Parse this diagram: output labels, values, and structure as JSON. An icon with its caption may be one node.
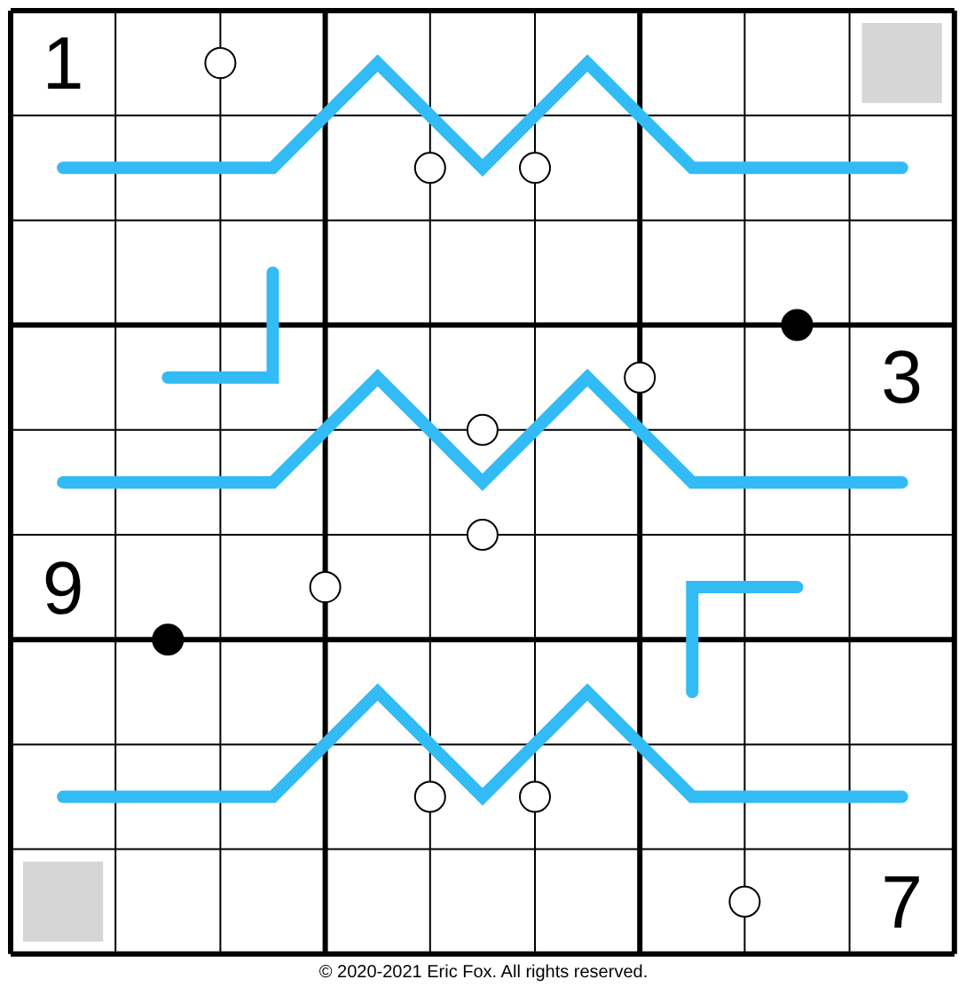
{
  "diagram": {
    "caption": "© 2020-2021 Eric Fox. All rights reserved.",
    "labels": [
      "1",
      "3",
      "9",
      "7"
    ]
  }
}
